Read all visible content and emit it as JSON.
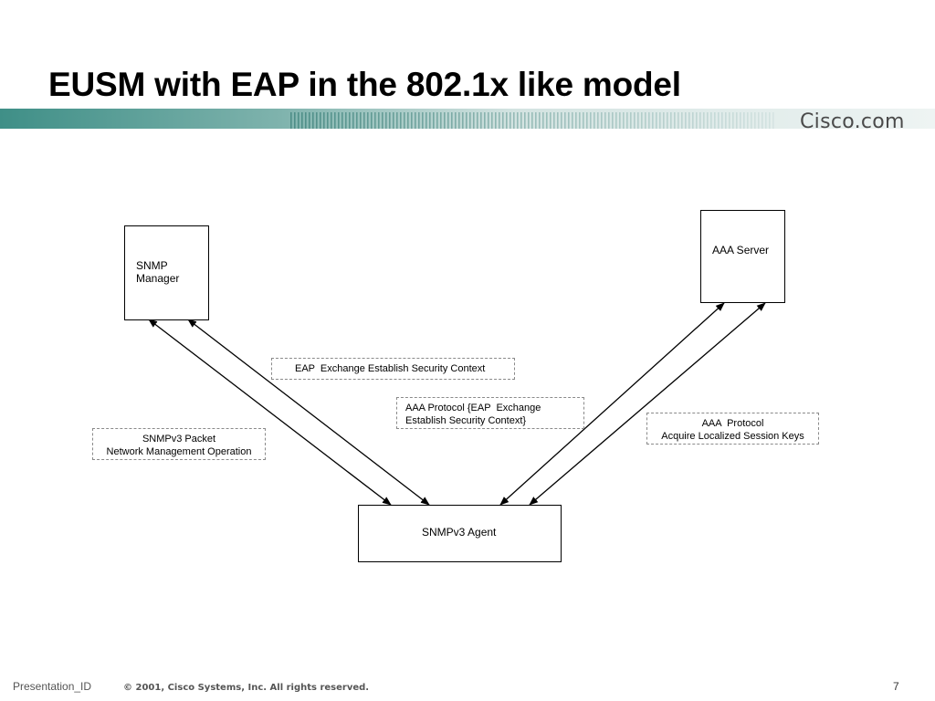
{
  "slide": {
    "title": "EUSM with EAP in the 802.1x like model",
    "brand": "Cisco.com"
  },
  "nodes": {
    "snmp_manager": "SNMP\nManager",
    "aaa_server": "AAA Server",
    "snmpv3_agent": "SNMPv3 Agent"
  },
  "labels": {
    "eap_exchange": "EAP  Exchange Establish Security Context",
    "aaa_protocol_eap": "AAA Protocol {EAP  Exchange\nEstablish Security Context}",
    "aaa_protocol_keys": "AAA  Protocol\nAcquire Localized Session Keys",
    "snmpv3_packet": "SNMPv3 Packet\nNetwork Management Operation"
  },
  "footer": {
    "presentation_id": "Presentation_ID",
    "copyright": "© 2001, Cisco Systems, Inc. All rights reserved.",
    "page_number": "7"
  },
  "colors": {
    "band_dark": "#3f8f87",
    "band_light": "#e6efee",
    "arrow": "#000000"
  }
}
